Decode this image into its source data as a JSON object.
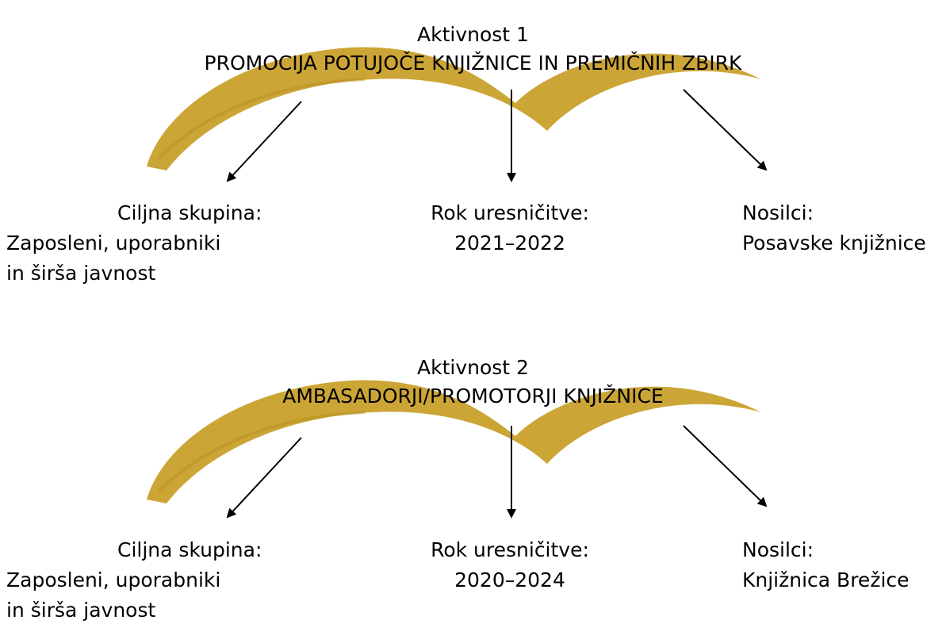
{
  "colors": {
    "swoosh": "#c9a02c",
    "text": "#000000",
    "arrow": "#000000"
  },
  "activities": [
    {
      "heading": "Aktivnost 1",
      "title": "PROMOCIJA POTUJOČE KNJIŽNICE IN PREMIČNIH ZBIRK",
      "target_group_label": "Ciljna skupina:",
      "target_group_line1": "Zaposleni, uporabniki",
      "target_group_line2": "in širša javnost",
      "deadline_label": "Rok uresničitve:",
      "deadline_value": "2021–2022",
      "holders_label": "Nosilci:",
      "holders_value": "Posavske knjižnice"
    },
    {
      "heading": "Aktivnost 2",
      "title": "AMBASADORJI/PROMOTORJI KNJIŽNICE",
      "target_group_label": "Ciljna skupina:",
      "target_group_line1": "Zaposleni, uporabniki",
      "target_group_line2": "in širša javnost",
      "deadline_label": "Rok uresničitve:",
      "deadline_value": "2020–2024",
      "holders_label": "Nosilci:",
      "holders_value": "Knjižnica Brežice"
    }
  ]
}
